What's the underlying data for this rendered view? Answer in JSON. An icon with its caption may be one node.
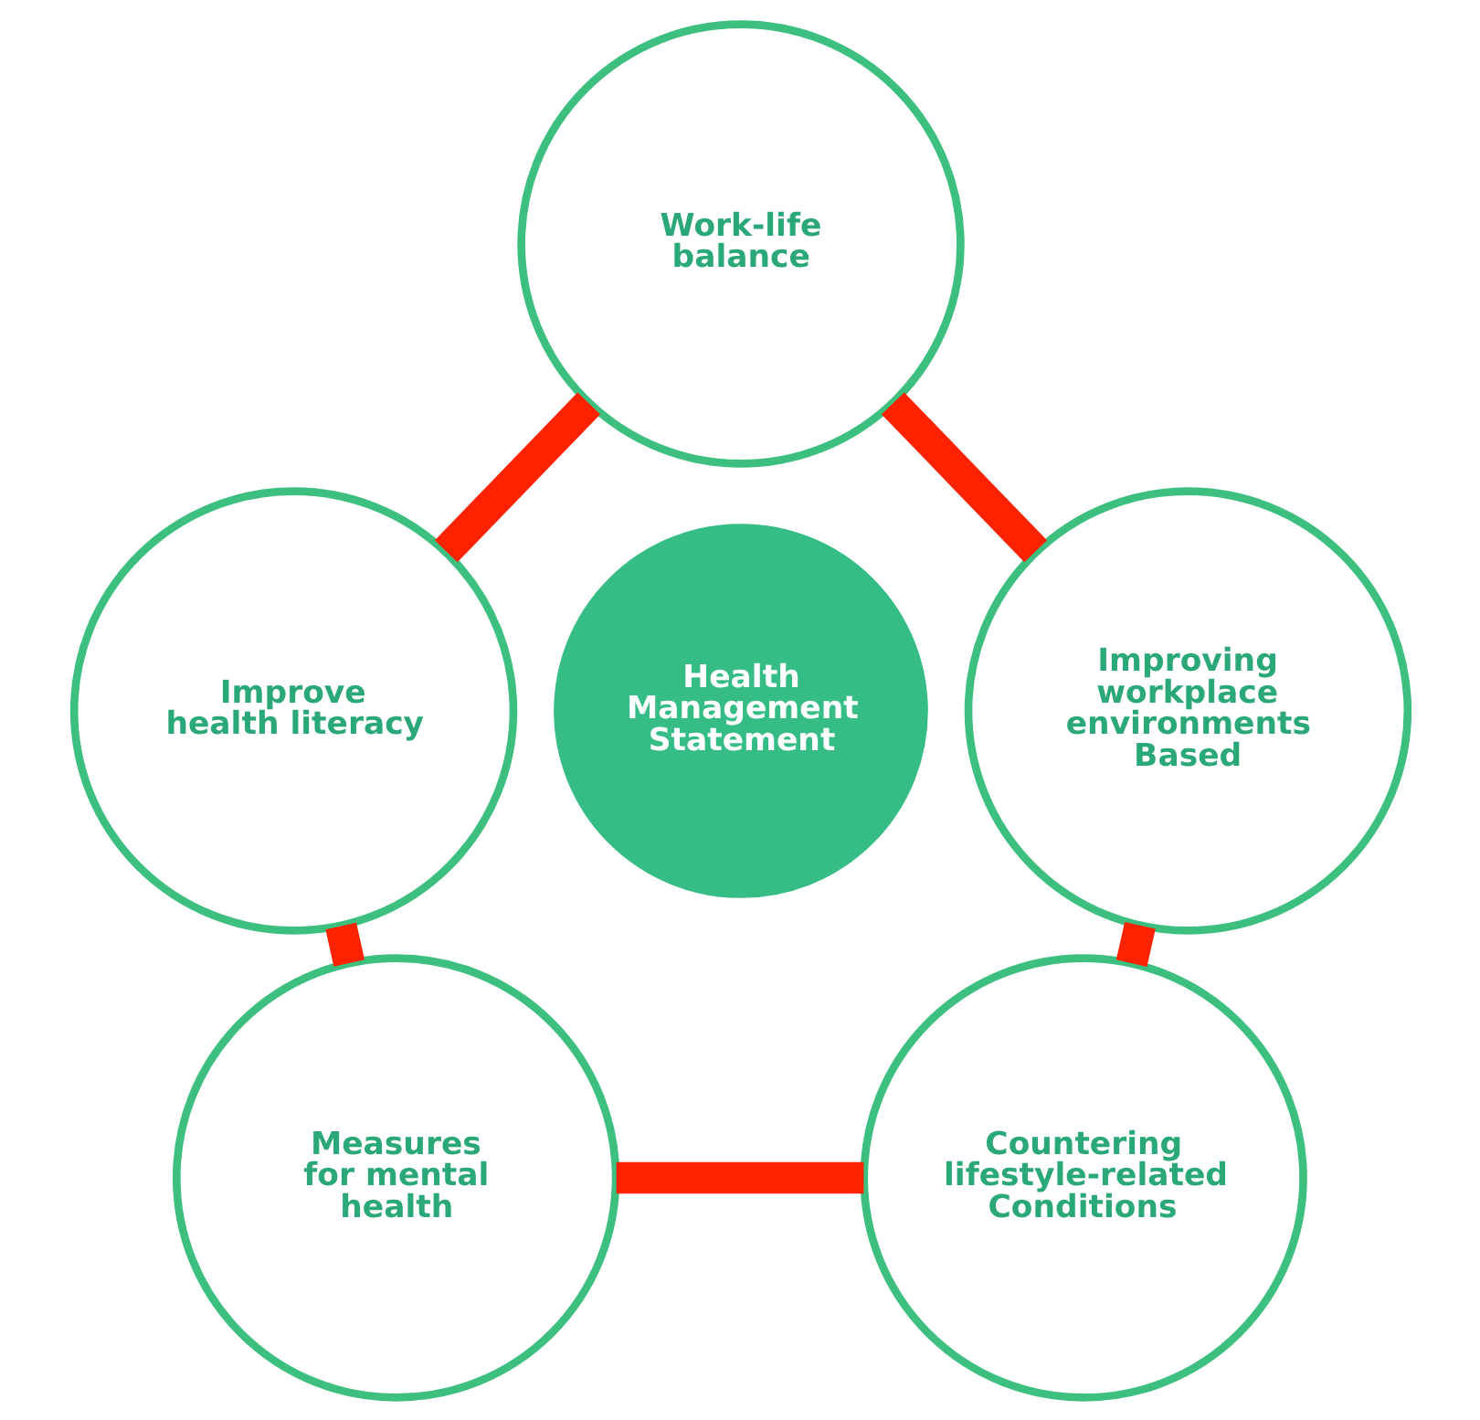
{
  "diagram": {
    "nodes": [
      {
        "text": [
          "Work-life balance"
        ]
      },
      {
        "text": [
          "Improve health literacy"
        ]
      },
      {
        "text": [
          "Improving workplace environments Based"
        ]
      },
      {
        "text": [
          "Health Management Statement"
        ]
      },
      {
        "text": [
          "Measures for mental health"
        ]
      },
      {
        "text": [
          "Countering lifestyle-related Conditions"
        ]
      }
    ],
    "edges": [
      {
        "from": 0,
        "to": 2,
        "arrow": "none"
      },
      {
        "from": 2,
        "to": 5,
        "arrow": "none"
      },
      {
        "from": 4,
        "to": 5,
        "arrow": "none"
      },
      {
        "from": 1,
        "to": 4,
        "arrow": "none"
      },
      {
        "from": 0,
        "to": 1,
        "arrow": "none"
      }
    ]
  }
}
